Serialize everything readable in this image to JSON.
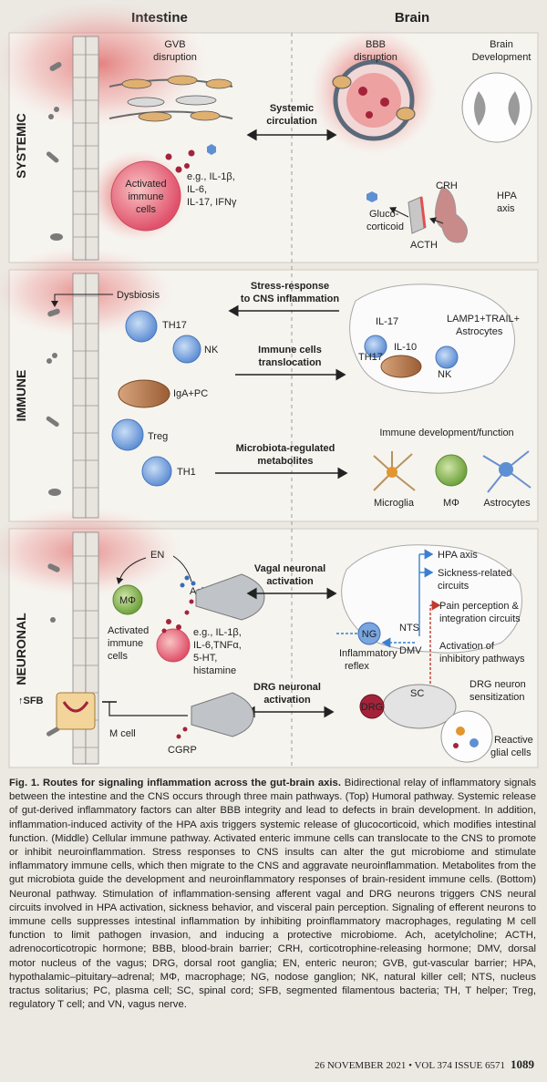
{
  "headers": {
    "intestine": "Intestine",
    "brain": "Brain"
  },
  "sections": {
    "systemic": "SYSTEMIC",
    "immune": "IMMUNE",
    "neuronal": "NEURONAL"
  },
  "systemic": {
    "gvb": [
      "GVB",
      "disruption"
    ],
    "bbb": [
      "BBB",
      "disruption"
    ],
    "brain_dev": [
      "Brain",
      "Development"
    ],
    "pathway": [
      "Systemic",
      "circulation"
    ],
    "activated_cells": [
      "Activated",
      "immune",
      "cells"
    ],
    "cytokines": [
      "e.g., IL-1β,",
      "IL-6,",
      "IL-17, IFNγ"
    ],
    "crh": "CRH",
    "hpa": [
      "HPA",
      "axis"
    ],
    "gluco": [
      "Gluco-",
      "corticoid"
    ],
    "acth": "ACTH"
  },
  "immune": {
    "dysbiosis": "Dysbiosis",
    "th17": "TH17",
    "nk": "NK",
    "iga": "IgA+PC",
    "treg": "Treg",
    "th1": "TH1",
    "stress": [
      "Stress-response",
      "to CNS inflammation"
    ],
    "translocation": [
      "Immune cells",
      "translocation"
    ],
    "metabolites": [
      "Microbiota-regulated",
      "metabolites"
    ],
    "il17": "IL-17",
    "il10": "IL-10",
    "brain_th17": "TH17",
    "brain_nk": "NK",
    "lamp": [
      "LAMP1+TRAIL+",
      "Astrocytes"
    ],
    "dev_title": "Immune development/function",
    "microglia": "Microglia",
    "macrophage": "MΦ",
    "astrocytes": "Astrocytes"
  },
  "neuronal": {
    "en": "EN",
    "ach": "Ach",
    "mphi": "MΦ",
    "activated_cells": [
      "Activated",
      "immune",
      "cells"
    ],
    "mediators": [
      "e.g., IL-1β,",
      "IL-6,TNFα,",
      "5-HT,",
      "histamine"
    ],
    "vagal": [
      "Vagal neuronal",
      "activation"
    ],
    "drg_path": [
      "DRG neuronal",
      "activation"
    ],
    "sfb": "↑SFB",
    "mcell": "M cell",
    "cgrp": "CGRP",
    "hpa": "HPA axis",
    "sickness": [
      "Sickness-related",
      "circuits"
    ],
    "pain": [
      "Pain perception &",
      "integration circuits"
    ],
    "ng": "NG",
    "nts": "NTS",
    "dmv": "DMV",
    "reflex": [
      "Inflammatory",
      "reflex"
    ],
    "inhibitory": [
      "Activation of",
      "inhibitory pathways"
    ],
    "drg": "DRG",
    "sc": "SC",
    "drg_sens": [
      "DRG neuron",
      "sensitization"
    ],
    "reactive": [
      "Reactive",
      "glial cells"
    ]
  },
  "caption": {
    "title": "Fig. 1. Routes for signaling inflammation across the gut-brain axis.",
    "body": " Bidirectional relay of inflammatory signals between the intestine and the CNS occurs through three main pathways. (Top) Humoral pathway. Systemic release of gut-derived inflammatory factors can alter BBB integrity and lead to defects in brain development. In addition, inflammation-induced activity of the HPA axis triggers systemic release of glucocorticoid, which modifies intestinal function. (Middle) Cellular immune pathway. Activated enteric immune cells can translocate to the CNS to promote or inhibit neuroinflammation. Stress responses to CNS insults can alter the gut microbiome and stimulate inflammatory immune cells, which then migrate to the CNS and aggravate neuroinflammation. Metabolites from the gut microbiota guide the development and neuroinflammatory responses of brain-resident immune cells. (Bottom) Neuronal pathway. Stimulation of inflammation-sensing afferent vagal and DRG neurons triggers CNS neural circuits involved in HPA activation, sickness behavior, and visceral pain perception. Signaling of efferent neurons to immune cells suppresses intestinal inflammation by inhibiting proinflammatory macrophages, regulating M cell function to limit pathogen invasion, and inducing a protective microbiome. Ach, acetylcholine; ACTH, adrenocorticotropic hormone; BBB, blood-brain barrier; CRH, corticotrophine-releasing hormone; DMV, dorsal motor nucleus of the vagus; DRG, dorsal root ganglia; EN, enteric neuron; GVB, gut-vascular barrier; HPA, hypothalamic–pituitary–adrenal; MΦ, macrophage; NG, nodose ganglion; NK, natural killer cell; NTS, nucleus tractus solitarius; PC, plasma cell; SC, spinal cord; SFB, segmented filamentous bacteria; TH, T helper; Treg, regulatory T cell; and VN, vagus nerve."
  },
  "footer": {
    "issue": "26 NOVEMBER 2021 • VOL 374 ISSUE 6571",
    "page": "1089"
  }
}
